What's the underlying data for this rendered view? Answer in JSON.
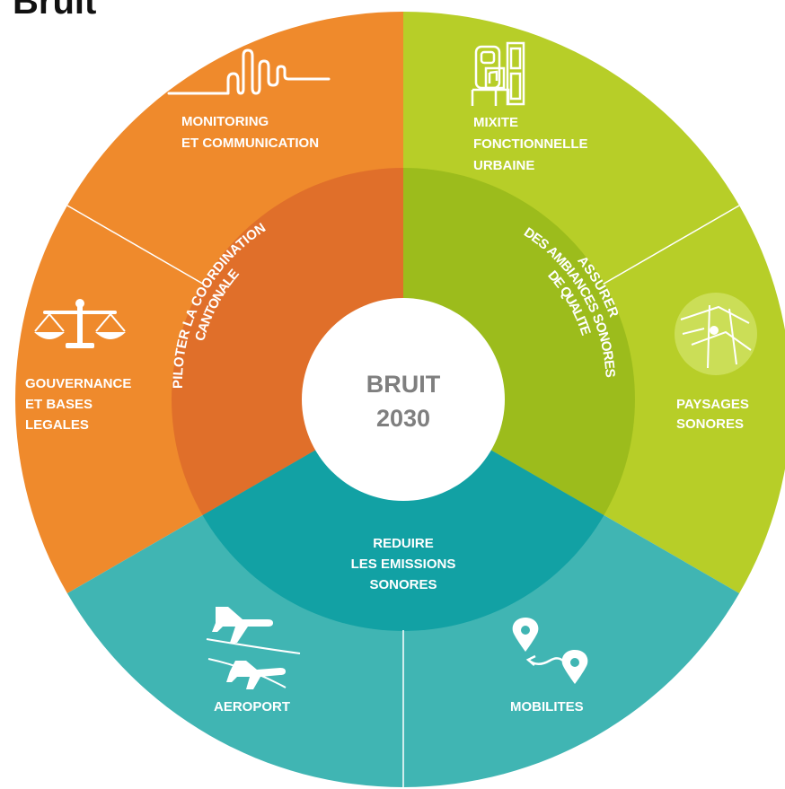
{
  "page": {
    "title": "Bruit"
  },
  "center": {
    "line1": "BRUIT",
    "line2": "2030"
  },
  "colors": {
    "orange": "#EF8A2C",
    "orange_dark": "#E06F2A",
    "lime": "#B7CE28",
    "lime_dark": "#9CBC1C",
    "teal": "#40B5B3",
    "teal_dark": "#12A1A4",
    "center_text": "#7F7F7F"
  },
  "axes": {
    "orange": {
      "line1": "PILOTER LA COORDINATION",
      "line2": "CANTONALE"
    },
    "lime": {
      "line1": "ASSURER",
      "line2": "DES AMBIANCES SONORES",
      "line3": "DE QUALITE"
    },
    "teal": {
      "line1": "REDUIRE",
      "line2": "LES EMISSIONS",
      "line3": "SONORES"
    }
  },
  "segments": {
    "monitoring": {
      "line1": "MONITORING",
      "line2": "ET COMMUNICATION",
      "icon": "sound-wave-icon"
    },
    "gouvernance": {
      "line1": "GOUVERNANCE",
      "line2": "ET BASES",
      "line3": "LEGALES",
      "icon": "scales-icon"
    },
    "mixite": {
      "line1": "MIXITE",
      "line2": "FONCTIONNELLE",
      "line3": "URBAINE",
      "icon": "buildings-icon"
    },
    "paysages": {
      "line1": "PAYSAGES",
      "line2": "SONORES",
      "icon": "map-icon"
    },
    "aeroport": {
      "line1": "AEROPORT",
      "icon": "airplane-icon"
    },
    "mobilites": {
      "line1": "MOBILITES",
      "icon": "route-pin-icon"
    }
  }
}
